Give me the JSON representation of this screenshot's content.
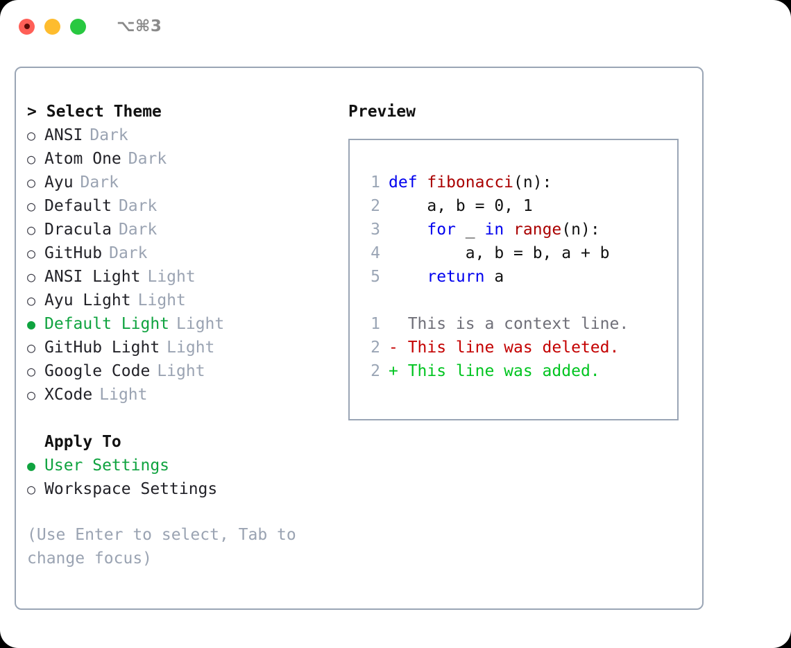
{
  "window": {
    "shortcut": "⌥⌘3",
    "lights": [
      {
        "name": "close",
        "color": "#ff5f57"
      },
      {
        "name": "minimize",
        "color": "#febc2e"
      },
      {
        "name": "zoom",
        "color": "#28c840"
      }
    ]
  },
  "colors": {
    "selected_green": "#0fa33f",
    "tag_gray": "#9aa3b2",
    "border": "#9aa5b5",
    "keyword_blue": "#0000ee",
    "function_red": "#aa0000",
    "diff_added": "#00c420",
    "diff_deleted": "#c40000",
    "diff_context": "#6f6f78"
  },
  "theme_section": {
    "caret": ">",
    "title": "Select Theme",
    "bullet_unselected": "○",
    "bullet_selected": "●",
    "items": [
      {
        "label": "ANSI",
        "tag": "Dark",
        "selected": false
      },
      {
        "label": "Atom One",
        "tag": "Dark",
        "selected": false
      },
      {
        "label": "Ayu",
        "tag": "Dark",
        "selected": false
      },
      {
        "label": "Default",
        "tag": "Dark",
        "selected": false
      },
      {
        "label": "Dracula",
        "tag": "Dark",
        "selected": false
      },
      {
        "label": "GitHub",
        "tag": "Dark",
        "selected": false
      },
      {
        "label": "ANSI Light",
        "tag": "Light",
        "selected": false
      },
      {
        "label": "Ayu Light",
        "tag": "Light",
        "selected": false
      },
      {
        "label": "Default Light",
        "tag": "Light",
        "selected": true
      },
      {
        "label": "GitHub Light",
        "tag": "Light",
        "selected": false
      },
      {
        "label": "Google Code",
        "tag": "Light",
        "selected": false
      },
      {
        "label": "XCode",
        "tag": "Light",
        "selected": false
      }
    ]
  },
  "apply_section": {
    "title": "Apply To",
    "items": [
      {
        "label": "User Settings",
        "selected": true
      },
      {
        "label": "Workspace Settings",
        "selected": false
      }
    ]
  },
  "hint": "(Use Enter to select, Tab to change focus)",
  "preview": {
    "title": "Preview",
    "code_lines": [
      {
        "num": "1",
        "tokens": [
          {
            "text": "def ",
            "type": "keyword"
          },
          {
            "text": "fibonacci",
            "type": "function"
          },
          {
            "text": "(n):",
            "type": "plain"
          }
        ]
      },
      {
        "num": "2",
        "tokens": [
          {
            "text": "    a, b = 0, 1",
            "type": "plain"
          }
        ]
      },
      {
        "num": "3",
        "tokens": [
          {
            "text": "    ",
            "type": "plain"
          },
          {
            "text": "for",
            "type": "keyword"
          },
          {
            "text": " _ ",
            "type": "plain"
          },
          {
            "text": "in",
            "type": "keyword"
          },
          {
            "text": " ",
            "type": "plain"
          },
          {
            "text": "range",
            "type": "function"
          },
          {
            "text": "(n):",
            "type": "plain"
          }
        ]
      },
      {
        "num": "4",
        "tokens": [
          {
            "text": "        a, b = b, a + b",
            "type": "plain"
          }
        ]
      },
      {
        "num": "5",
        "tokens": [
          {
            "text": "    ",
            "type": "plain"
          },
          {
            "text": "return",
            "type": "keyword"
          },
          {
            "text": " a",
            "type": "plain"
          }
        ]
      }
    ],
    "diff_lines": [
      {
        "num": "1",
        "marker": " ",
        "text": "  This is a context line.",
        "type": "context"
      },
      {
        "num": "2",
        "marker": " ",
        "text": "- This line was deleted.",
        "type": "deleted"
      },
      {
        "num": "2",
        "marker": " ",
        "text": "+ This line was added.",
        "type": "added"
      }
    ]
  }
}
